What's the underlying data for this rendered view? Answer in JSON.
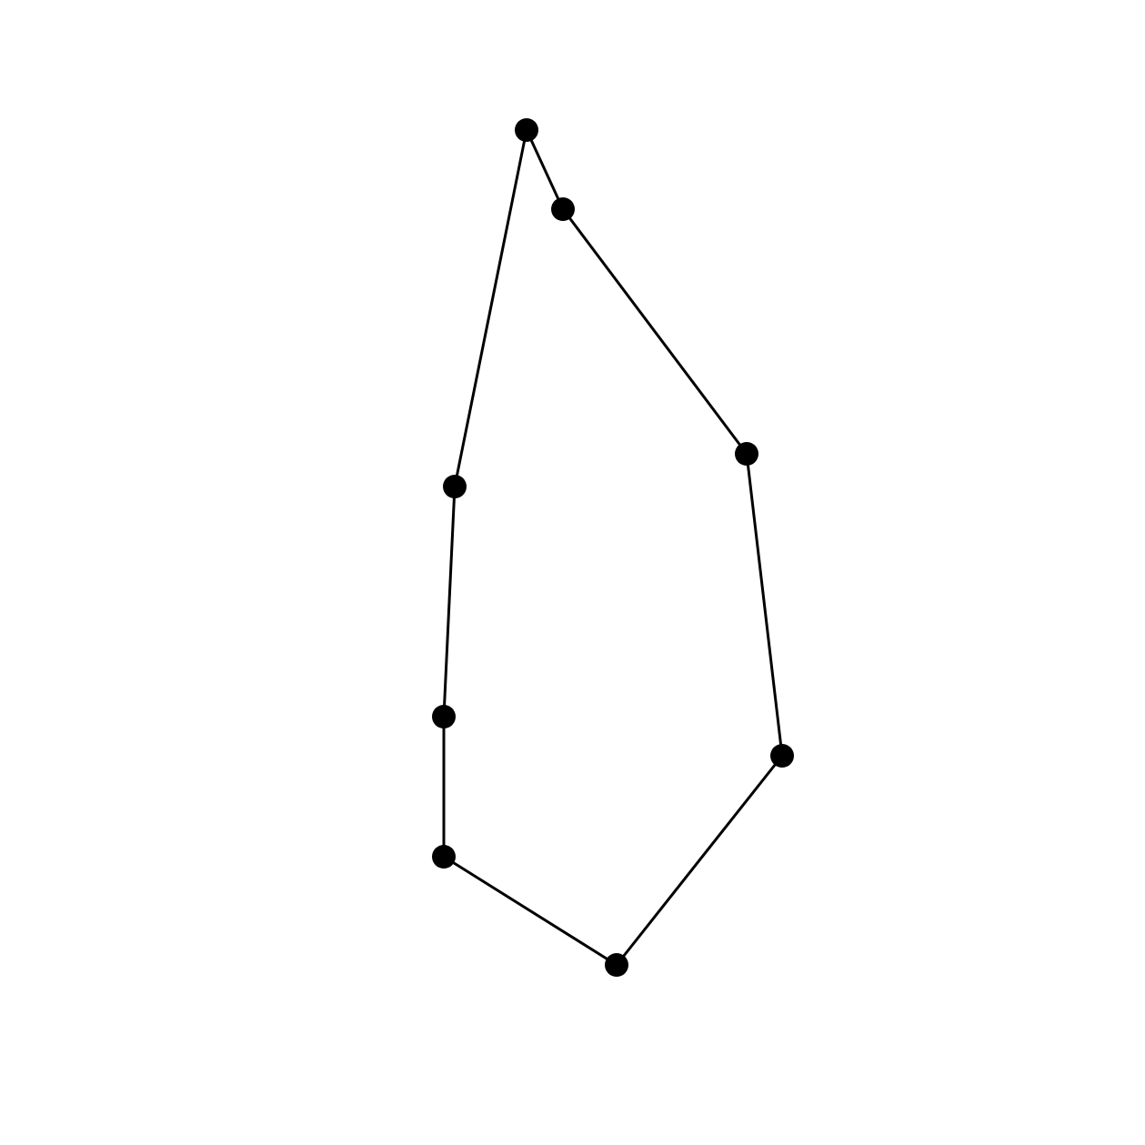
{
  "diagram": {
    "type": "polygon-graph",
    "closed": true,
    "colors": {
      "background": "#ffffff",
      "stroke": "#000000",
      "node": "#000000"
    },
    "nodes": [
      {
        "id": "n1"
      },
      {
        "id": "n2"
      },
      {
        "id": "n3"
      },
      {
        "id": "n4"
      },
      {
        "id": "n5"
      },
      {
        "id": "n6"
      },
      {
        "id": "n7"
      },
      {
        "id": "n8"
      },
      {
        "id": "n9"
      }
    ],
    "edges": [
      [
        "n1",
        "n2"
      ],
      [
        "n2",
        "n3"
      ],
      [
        "n3",
        "n4"
      ],
      [
        "n4",
        "n5"
      ],
      [
        "n5",
        "n6"
      ],
      [
        "n6",
        "n7"
      ],
      [
        "n7",
        "n8"
      ],
      [
        "n8",
        "n9"
      ],
      [
        "n9",
        "n1"
      ]
    ]
  }
}
